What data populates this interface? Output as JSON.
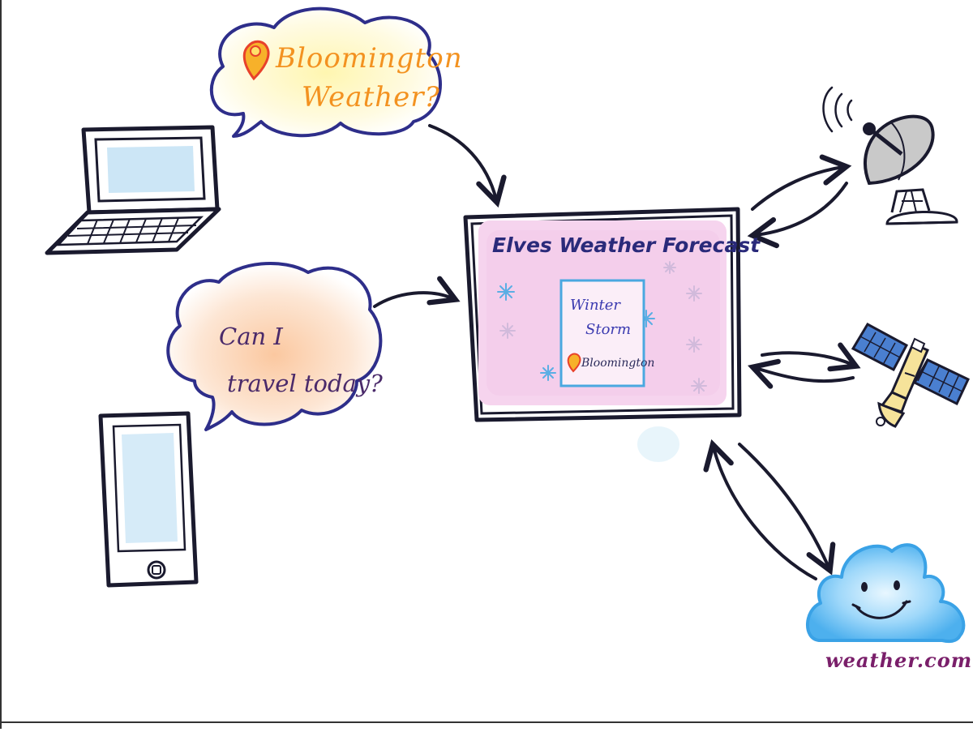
{
  "bubbles": {
    "query_line1": "Bloomington",
    "query_line2": "Weather?",
    "question_line1": "Can I",
    "question_line2": "travel today?"
  },
  "screen": {
    "title": "Elves Weather Forecast",
    "card_line1": "Winter",
    "card_line2": "Storm",
    "card_location": "Bloomington"
  },
  "brand": {
    "label": "weather.com"
  },
  "icons": {
    "laptop": "laptop-icon",
    "phone": "phone-icon",
    "dish": "satellite-dish-icon",
    "satellite": "satellite-icon",
    "cloud": "smiling-cloud-icon",
    "pin": "location-pin-icon"
  },
  "colors": {
    "ink": "#1a1a2e",
    "bubble_outline": "#2e2e8a",
    "screen_bg": "#f6d4ee",
    "card_border": "#4aa8e0",
    "orange_text": "#f39220",
    "brand_text": "#7a1f6a",
    "cloud_fill": "#7cc8f4"
  }
}
